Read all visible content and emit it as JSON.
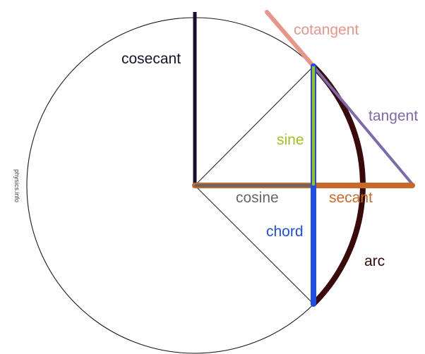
{
  "labels": {
    "cosecant": "cosecant",
    "cotangent": "cotangent",
    "tangent": "tangent",
    "sine": "sine",
    "cosine": "cosine",
    "secant": "secant",
    "chord": "chord",
    "arc": "arc"
  },
  "watermark": "physics.info",
  "colors": {
    "circle": "#1a1a1a",
    "thin_line": "#222222",
    "cosecant": "#1a0f2e",
    "cotangent": "#e8958a",
    "tangent": "#7e6aaa",
    "sine": "#9ec21c",
    "cosine": "#666666",
    "secant": "#c8692a",
    "chord": "#1f4fe0",
    "arc": "#3a0a0a"
  }
}
